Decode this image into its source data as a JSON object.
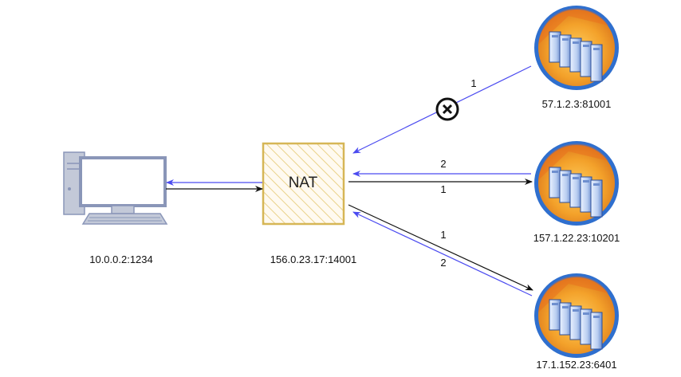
{
  "nodes": {
    "client": {
      "label": "10.0.0.2:1234"
    },
    "nat": {
      "title": "NAT",
      "label": "156.0.23.17:14001"
    },
    "servers": [
      {
        "label": "57.1.2.3:81001"
      },
      {
        "label": "157.1.22.23:10201"
      },
      {
        "label": "17.1.152.23:6401"
      }
    ]
  },
  "edge_labels": [
    "1",
    "2",
    "1",
    "1",
    "2"
  ],
  "icons": {
    "client": "desktop-computer-icon",
    "server": "server-rack-icon",
    "blocked": "blocked-x-icon"
  },
  "colors": {
    "outbound": "#111111",
    "inbound": "#4b4bf0",
    "nat_border": "#d6b656",
    "nat_fill": "#fff2cc",
    "computer": "#8a96b8",
    "server_ring": "#2f6fce"
  }
}
